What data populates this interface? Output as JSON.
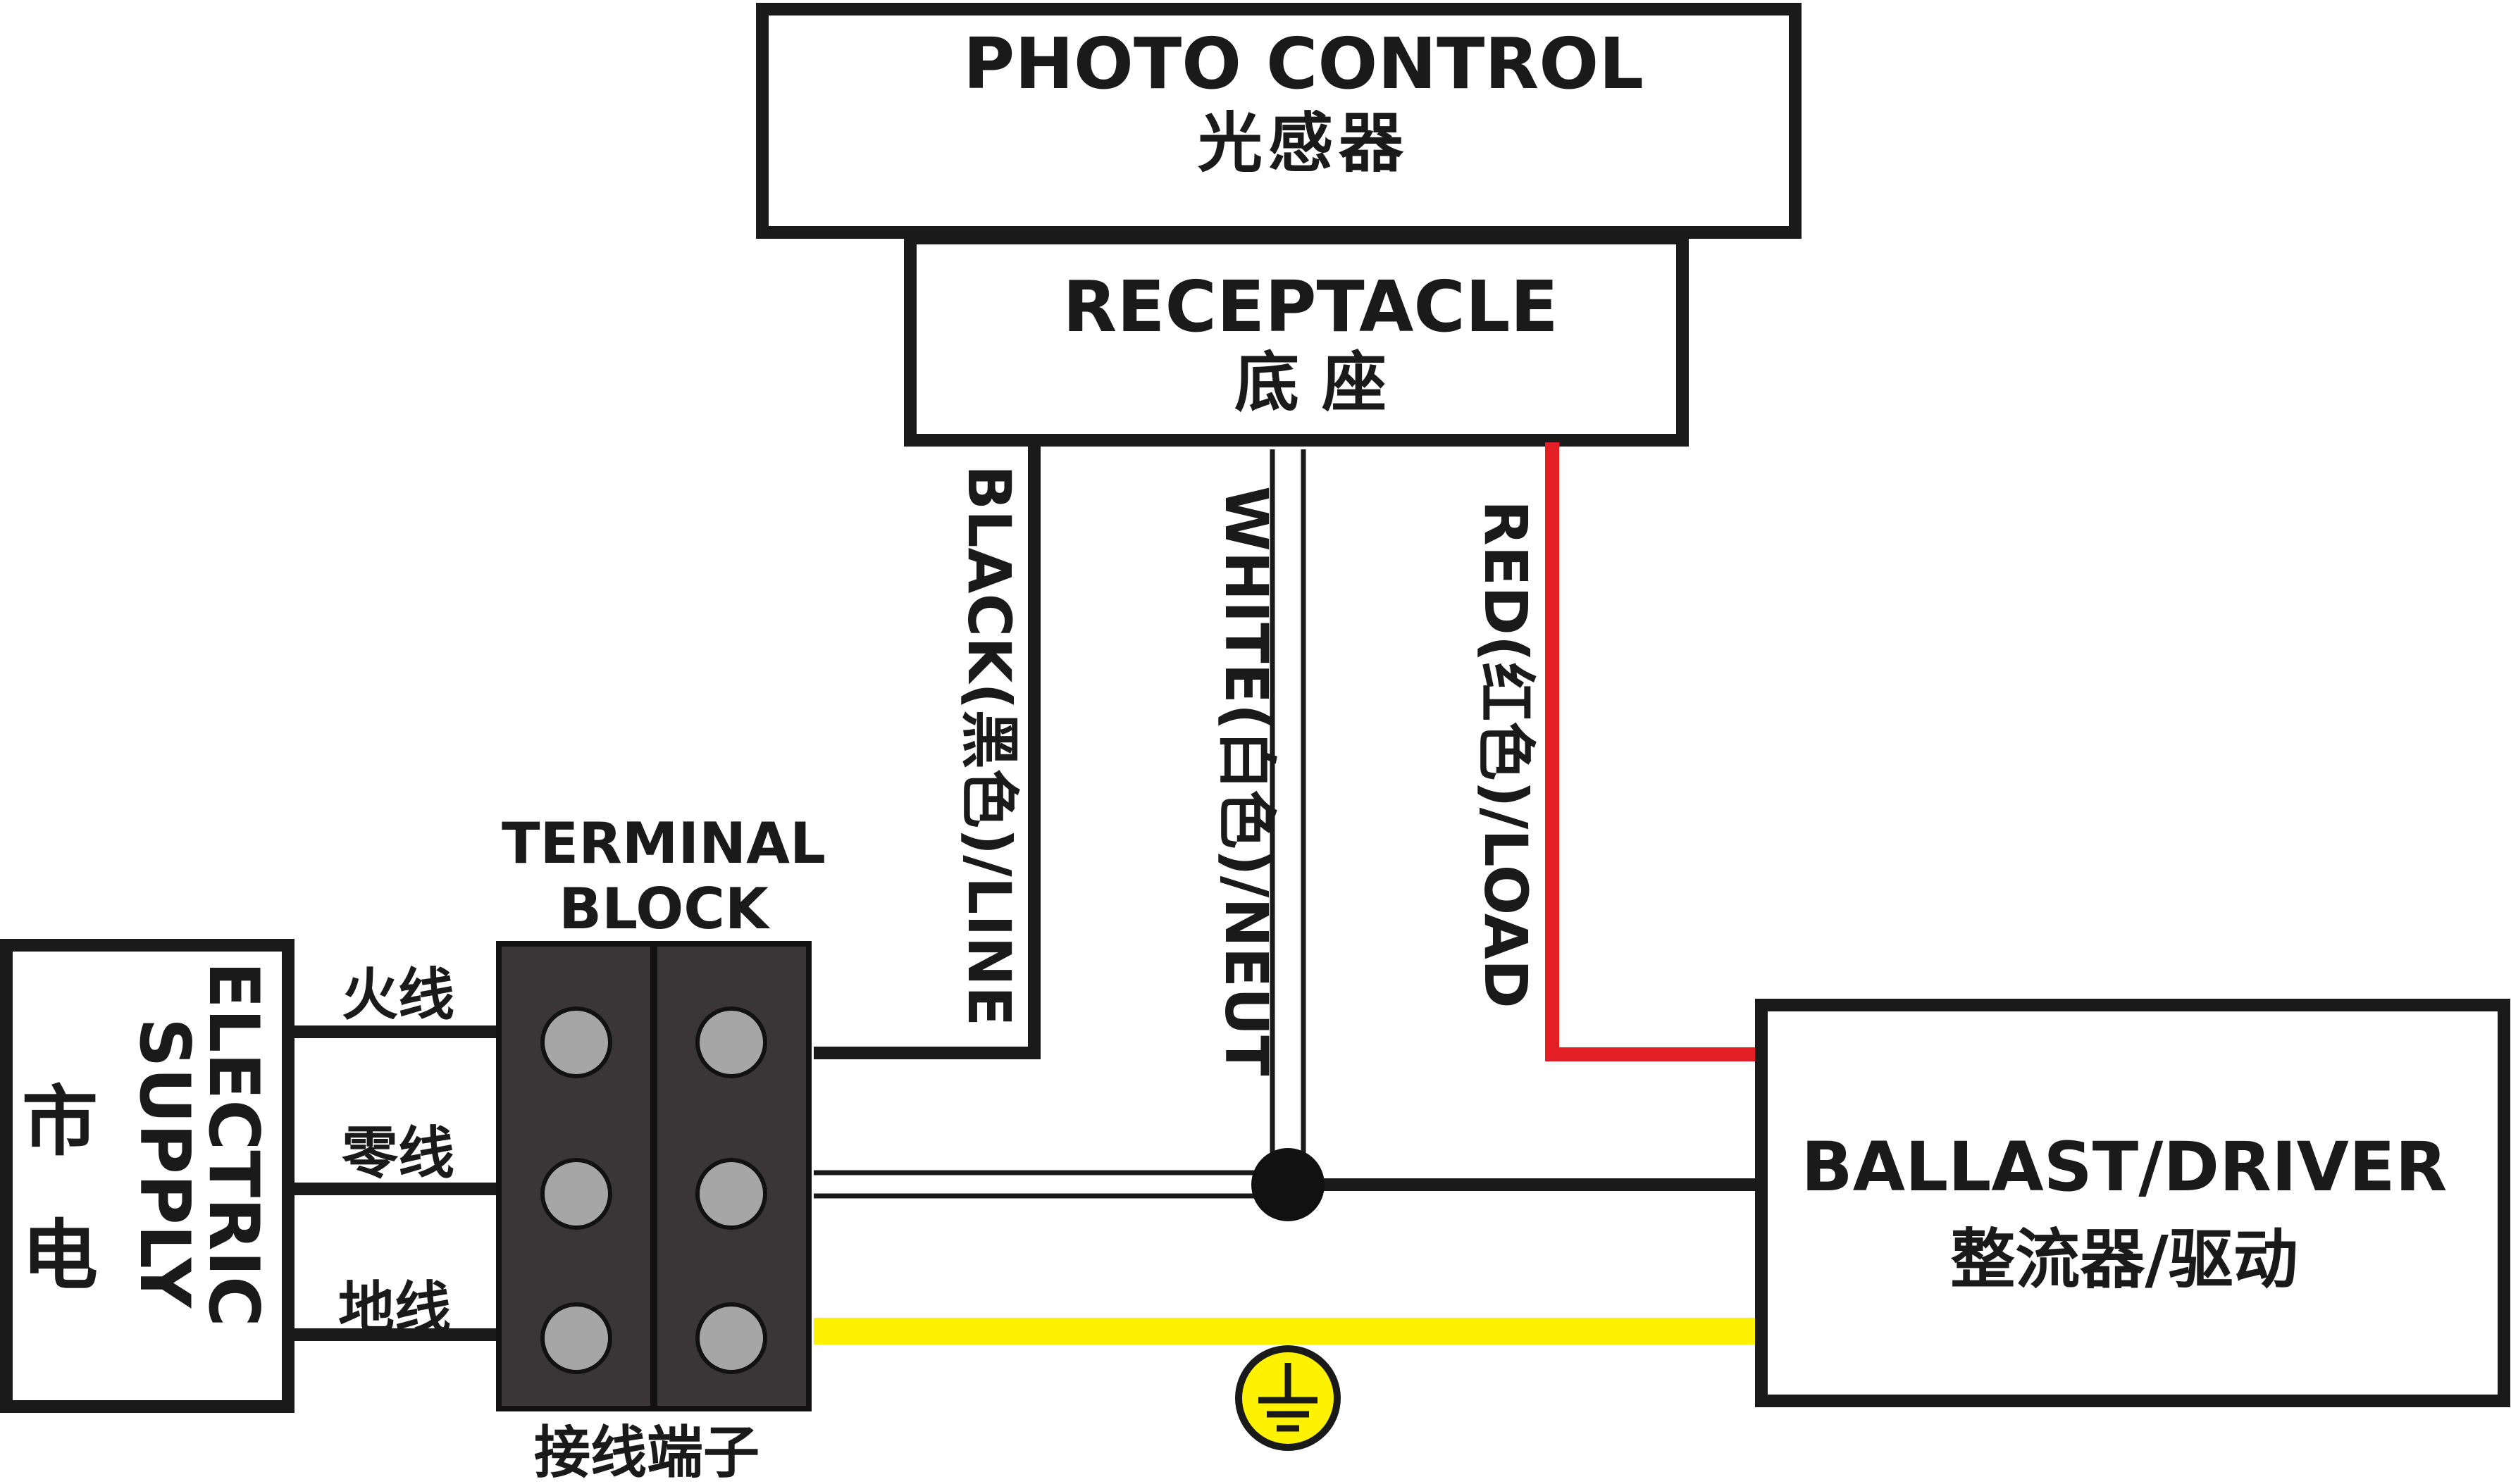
{
  "photo_control": {
    "label_en": "PHOTO CONTROL",
    "label_cn": "光感器"
  },
  "receptacle": {
    "label_en": "RECEPTACLE",
    "label_cn": "底 座"
  },
  "wires": {
    "black": "BLACK(黑色)/LINE",
    "white": "WHITE(白色)/NEUT",
    "red": "RED(红色)/LOAD"
  },
  "terminal_block": {
    "label_line1": "TERMINAL",
    "label_line2": "BLOCK",
    "label_cn": "接线端子"
  },
  "supply": {
    "label_cn_1": "市",
    "label_cn_2": "电",
    "label_en_1": "ELECTRIC",
    "label_en_2": "SUPPLY",
    "live": "火线",
    "neutral": "零线",
    "earth": "地线"
  },
  "ballast": {
    "label_en": "BALLAST/DRIVER",
    "label_cn": "整流器/驱动"
  },
  "colors": {
    "line": "#1a1a1a",
    "load": "#e31e24",
    "earth": "#fff200",
    "terminal": "#3a3537",
    "screw": "#a6a6a6"
  }
}
